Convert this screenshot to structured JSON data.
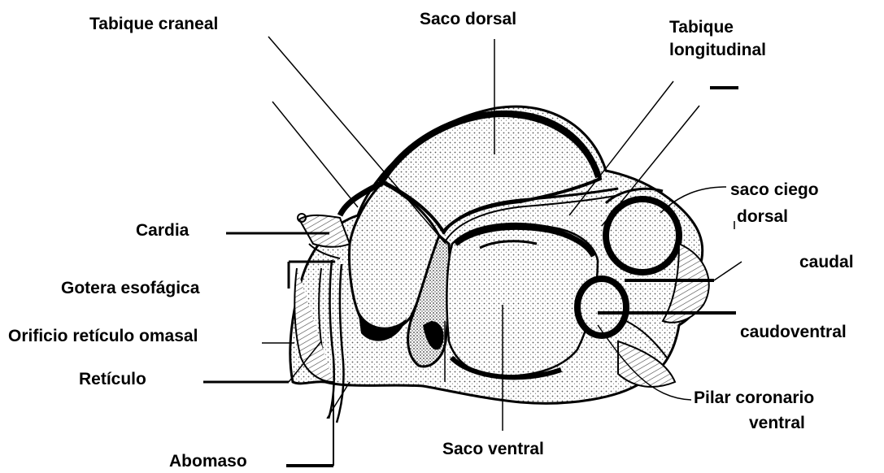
{
  "labels": {
    "tabique_craneal": "Tabique craneal",
    "saco_dorsal": "Saco dorsal",
    "tabique_longitudinal_1": "Tabique",
    "tabique_longitudinal_2": "longitudinal",
    "saco_ciego_dorsal_1": "saco ciego",
    "saco_ciego_dorsal_2": "dorsal",
    "cardia": "Cardia",
    "caudal": "caudal",
    "gotera_esofagica": "Gotera esofágica",
    "orificio_reticulo_omasal": "Orificio retículo omasal",
    "caudoventral": "caudoventral",
    "reticulo": "Retículo",
    "pilar_coronario_1": "Pilar coronario",
    "pilar_coronario_2": "ventral",
    "saco_ventral": "Saco ventral",
    "abomaso": "Abomaso"
  },
  "colors": {
    "ink": "#000000",
    "paper": "#ffffff",
    "stipple": "#6a6a6a"
  }
}
